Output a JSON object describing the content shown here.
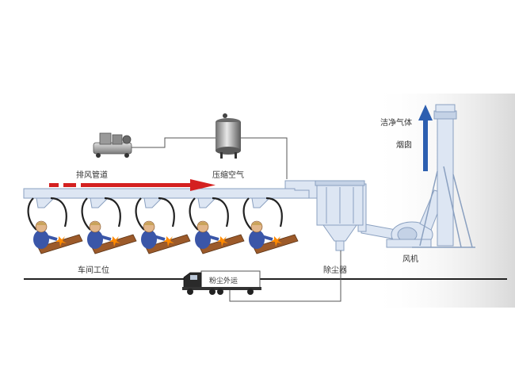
{
  "labels": {
    "exhaust_duct": "排风管道",
    "compressed_air": "压缩空气",
    "workshop_station": "车间工位",
    "dust_collector": "除尘器",
    "fan": "风机",
    "clean_gas": "洁净气体",
    "chimney": "烟囱",
    "dust_transport": "粉尘外运"
  },
  "colors": {
    "duct_fill": "#dde6f3",
    "duct_stroke": "#8aa0c0",
    "flow_arrow": "#d42020",
    "clean_arrow": "#2d5fb0",
    "ground_line": "#222222",
    "thin_line": "#555555",
    "hose": "#222222",
    "spark": "#ff8a00",
    "worker_body": "#3a56a8",
    "log": "#9c5a2a"
  },
  "icons": {
    "compressor": "air-compressor-icon",
    "tank": "air-tank-icon",
    "truck": "truck-icon",
    "worker": "welder-icon"
  },
  "stations": 5
}
